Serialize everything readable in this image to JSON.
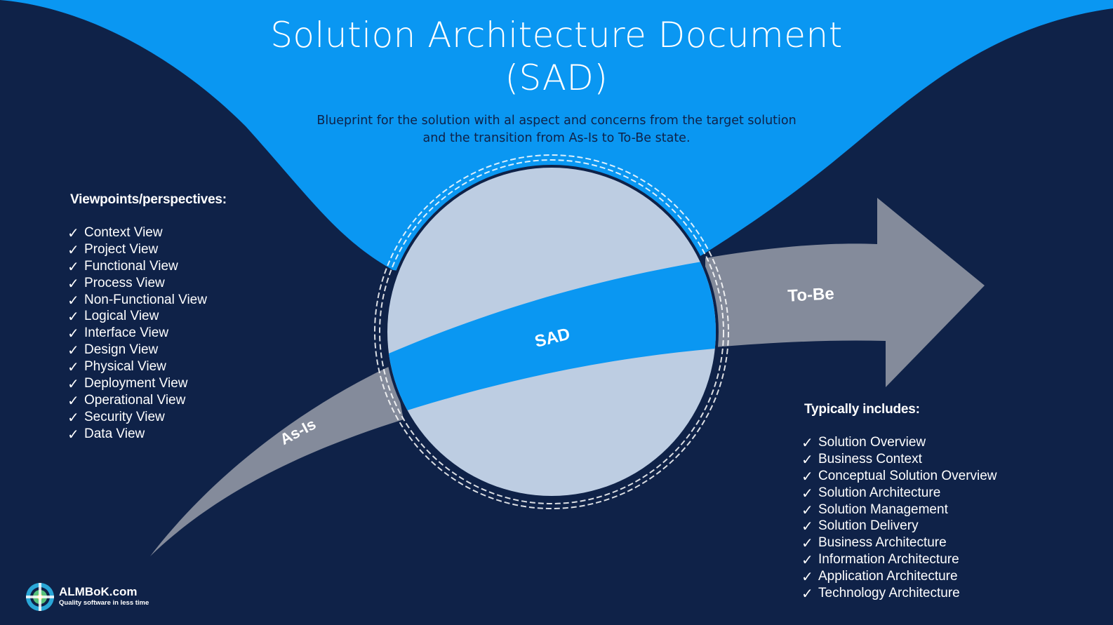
{
  "title_line1": "Solution Architecture Document",
  "title_line2": "(SAD)",
  "subtitle_line1": "Blueprint for the solution with al aspect and concerns from the target solution",
  "subtitle_line2": "and the transition from As-Is to To-Be state.",
  "labels": {
    "as_is": "As-Is",
    "sad": "SAD",
    "to_be": "To-Be"
  },
  "viewpoints": {
    "heading": "Viewpoints/perspectives:",
    "items": [
      "Context View",
      "Project View",
      "Functional View",
      "Process View",
      "Non-Functional View",
      "Logical View",
      "Interface View",
      "Design View",
      "Physical View",
      "Deployment View",
      "Operational View",
      "Security View",
      "Data View"
    ]
  },
  "includes": {
    "heading": "Typically includes:",
    "items": [
      "Solution Overview",
      "Business Context",
      "Conceptual Solution Overview",
      "Solution Architecture",
      "Solution Management",
      "Solution Delivery",
      "Business Architecture",
      "Information Architecture",
      "Application Architecture",
      "Technology Architecture"
    ]
  },
  "check_icon": "check-icon",
  "logo": {
    "name": "ALMBoK.com",
    "tagline": "Quality software in less time"
  },
  "colors": {
    "navy": "#0f2248",
    "bright_blue": "#0a97f2",
    "light_circle": "#bdcde2",
    "arrow_gray": "#848b9b",
    "white": "#ffffff"
  }
}
